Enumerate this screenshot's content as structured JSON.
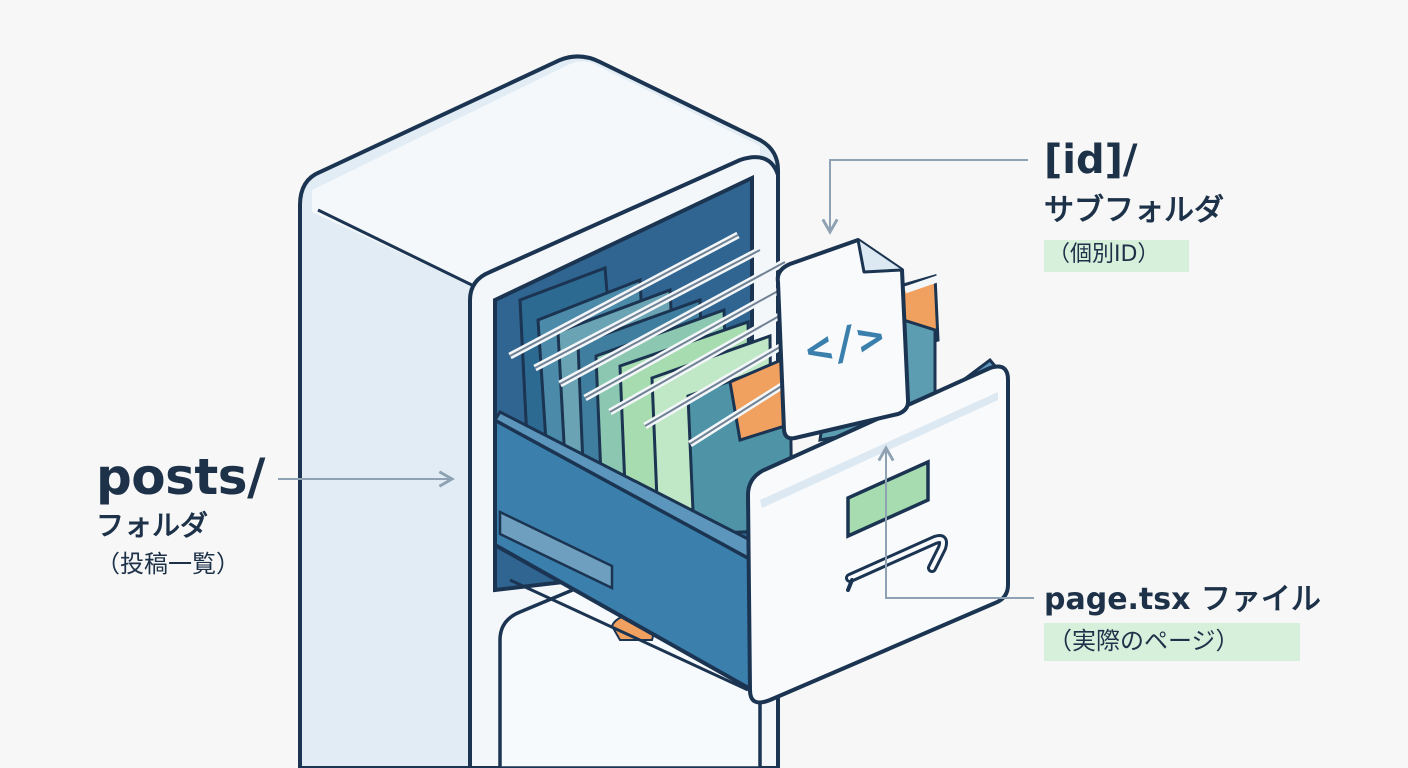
{
  "labels": {
    "posts": {
      "title": "posts/",
      "sub": "フォルダ",
      "note": "（投稿一覧）"
    },
    "id": {
      "title": "[id]/",
      "sub": "サブフォルダ",
      "note": "（個別ID）"
    },
    "page": {
      "title": "page.tsx ファイル",
      "note": "（実際のページ）"
    }
  },
  "file_icon_glyph": "</>",
  "colors": {
    "outline": "#1b3451",
    "cabinet": "#dde9f2",
    "drawer_blue": "#3b7fad",
    "folder_green": "#a7dbb0",
    "folder_teal": "#4e93a6",
    "accent_orange": "#f0a15f",
    "label_highlight": "#d6f0dc",
    "arrow": "#8ea2b3"
  }
}
